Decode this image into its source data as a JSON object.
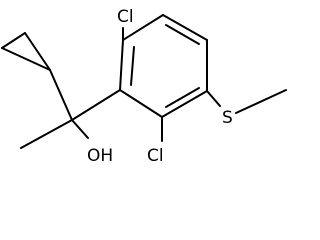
{
  "molecule": {
    "atoms": {
      "cl_top": "Cl",
      "cl_bottom": "Cl",
      "sulfur": "S",
      "hydroxyl": "OH"
    }
  }
}
